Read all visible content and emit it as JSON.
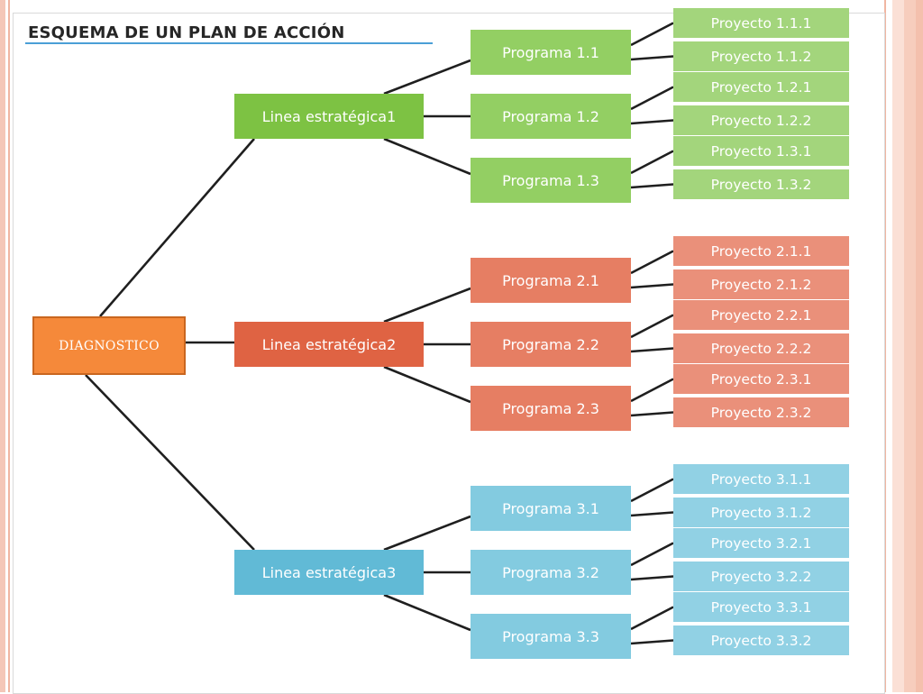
{
  "title": "ESQUEMA DE UN PLAN DE ACCIÓN",
  "root": "DIAGNOSTICO",
  "lines": [
    {
      "label_top": "Linea estratégica",
      "label_num": "1",
      "color": "green",
      "programs": [
        {
          "label": "Programa 1.1",
          "projects": [
            "Proyecto 1.1.1",
            "Proyecto 1.1.2"
          ]
        },
        {
          "label": "Programa 1.2",
          "projects": [
            "Proyecto 1.2.1",
            "Proyecto 1.2.2"
          ]
        },
        {
          "label": "Programa 1.3",
          "projects": [
            "Proyecto 1.3.1",
            "Proyecto 1.3.2"
          ]
        }
      ]
    },
    {
      "label_top": "Linea estratégica",
      "label_num": "2",
      "color": "red",
      "programs": [
        {
          "label": "Programa 2.1",
          "projects": [
            "Proyecto 2.1.1",
            "Proyecto 2.1.2"
          ]
        },
        {
          "label": "Programa 2.2",
          "projects": [
            "Proyecto 2.2.1",
            "Proyecto 2.2.2"
          ]
        },
        {
          "label": "Programa 2.3",
          "projects": [
            "Proyecto 2.3.1",
            "Proyecto 2.3.2"
          ]
        }
      ]
    },
    {
      "label_top": "Linea estratégica",
      "label_num": "3",
      "color": "blue",
      "programs": [
        {
          "label": "Programa 3.1",
          "projects": [
            "Proyecto 3.1.1",
            "Proyecto 3.1.2"
          ]
        },
        {
          "label": "Programa 3.2",
          "projects": [
            "Proyecto 3.2.1",
            "Proyecto 3.2.2"
          ]
        },
        {
          "label": "Programa 3.3",
          "projects": [
            "Proyecto 3.3.1",
            "Proyecto 3.3.2"
          ]
        }
      ]
    }
  ],
  "colors": {
    "root": "#f5893a",
    "green": [
      "#7dc243",
      "#93cf63",
      "#a3d57c"
    ],
    "red": [
      "#df6343",
      "#e67e63",
      "#ea907a"
    ],
    "blue": [
      "#61bad6",
      "#83cbe0",
      "#91d1e4"
    ]
  }
}
